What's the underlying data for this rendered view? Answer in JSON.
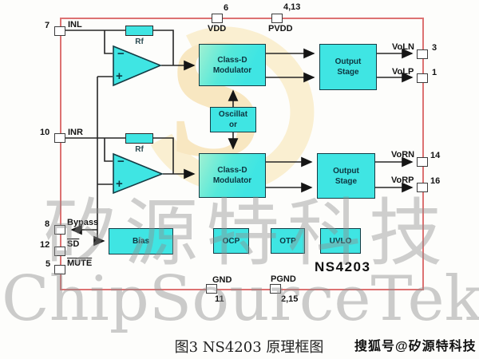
{
  "figure": {
    "caption": "图3  NS4203 原理框图",
    "watermark_sohu": "搜狐号@矽源特科技",
    "watermark_cn": "矽源特科技",
    "watermark_en": "ChipSourceTek",
    "logo_letter": "S"
  },
  "chip": {
    "part_number": "NS4203"
  },
  "colors": {
    "block_cyan": "#3fe5e3",
    "border_red": "#dd7272",
    "wire_dark": "#222222",
    "logo_yellow": "#f6d99c",
    "watermark_gray": "#8f8f8f"
  },
  "blocks": {
    "classd_left": "Class-D\nModulator",
    "classd_right": "Class-D\nModulator",
    "oscillator": "Oscillat\nor",
    "output_stage_left": "Output\nStage",
    "output_stage_right": "Output\nStage",
    "bias": "Bias",
    "ocp": "OCP",
    "otp": "OTP",
    "uvlo": "UVLO"
  },
  "resistors": {
    "rf_left": "Rf",
    "rf_right": "Rf"
  },
  "opamp": {
    "minus": "−",
    "plus": "+"
  },
  "pins": {
    "inl": {
      "num": "7",
      "label": "INL"
    },
    "inr": {
      "num": "10",
      "label": "INR"
    },
    "bypass": {
      "num": "8",
      "label": "Bypass"
    },
    "sd": {
      "num": "12",
      "label": "SD"
    },
    "mute": {
      "num": "5",
      "label": "MUTE"
    },
    "vdd": {
      "num": "6",
      "label": "VDD"
    },
    "pvdd": {
      "num": "4,13",
      "label": "PVDD"
    },
    "voln": {
      "num": "3",
      "label": "VoLN"
    },
    "volp": {
      "num": "1",
      "label": "VoLP"
    },
    "vorn": {
      "num": "14",
      "label": "VoRN"
    },
    "vorp": {
      "num": "16",
      "label": "VoRP"
    },
    "gnd": {
      "num": "11",
      "label": "GND"
    },
    "pgnd": {
      "num": "2,15",
      "label": "PGND"
    }
  }
}
